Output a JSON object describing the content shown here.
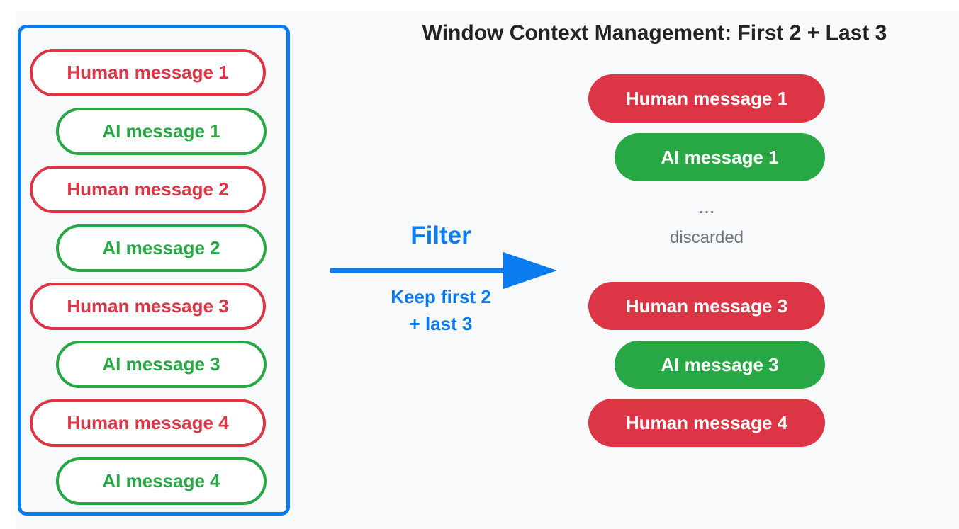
{
  "title": "Window Context Management: First 2 + Last 3",
  "source_messages": [
    {
      "kind": "human",
      "label": "Human message 1"
    },
    {
      "kind": "ai",
      "label": "AI message 1"
    },
    {
      "kind": "human",
      "label": "Human message 2"
    },
    {
      "kind": "ai",
      "label": "AI message 2"
    },
    {
      "kind": "human",
      "label": "Human message 3"
    },
    {
      "kind": "ai",
      "label": "AI message 3"
    },
    {
      "kind": "human",
      "label": "Human message 4"
    },
    {
      "kind": "ai",
      "label": "AI message 4"
    }
  ],
  "filter": {
    "label": "Filter",
    "line1": "Keep first 2",
    "line2": "+ last 3"
  },
  "result": {
    "kept_first": [
      {
        "kind": "human",
        "label": "Human message 1"
      },
      {
        "kind": "ai",
        "label": "AI message 1"
      }
    ],
    "ellipsis": "...",
    "discarded_label": "discarded",
    "kept_last": [
      {
        "kind": "human",
        "label": "Human message 3"
      },
      {
        "kind": "ai",
        "label": "AI message 3"
      },
      {
        "kind": "human",
        "label": "Human message 4"
      }
    ]
  },
  "colors": {
    "human": "#dc3545",
    "ai": "#28a745",
    "accent": "#0a7cf0",
    "muted": "#6c757d",
    "title": "#222222",
    "background": "#f8f9fa"
  }
}
